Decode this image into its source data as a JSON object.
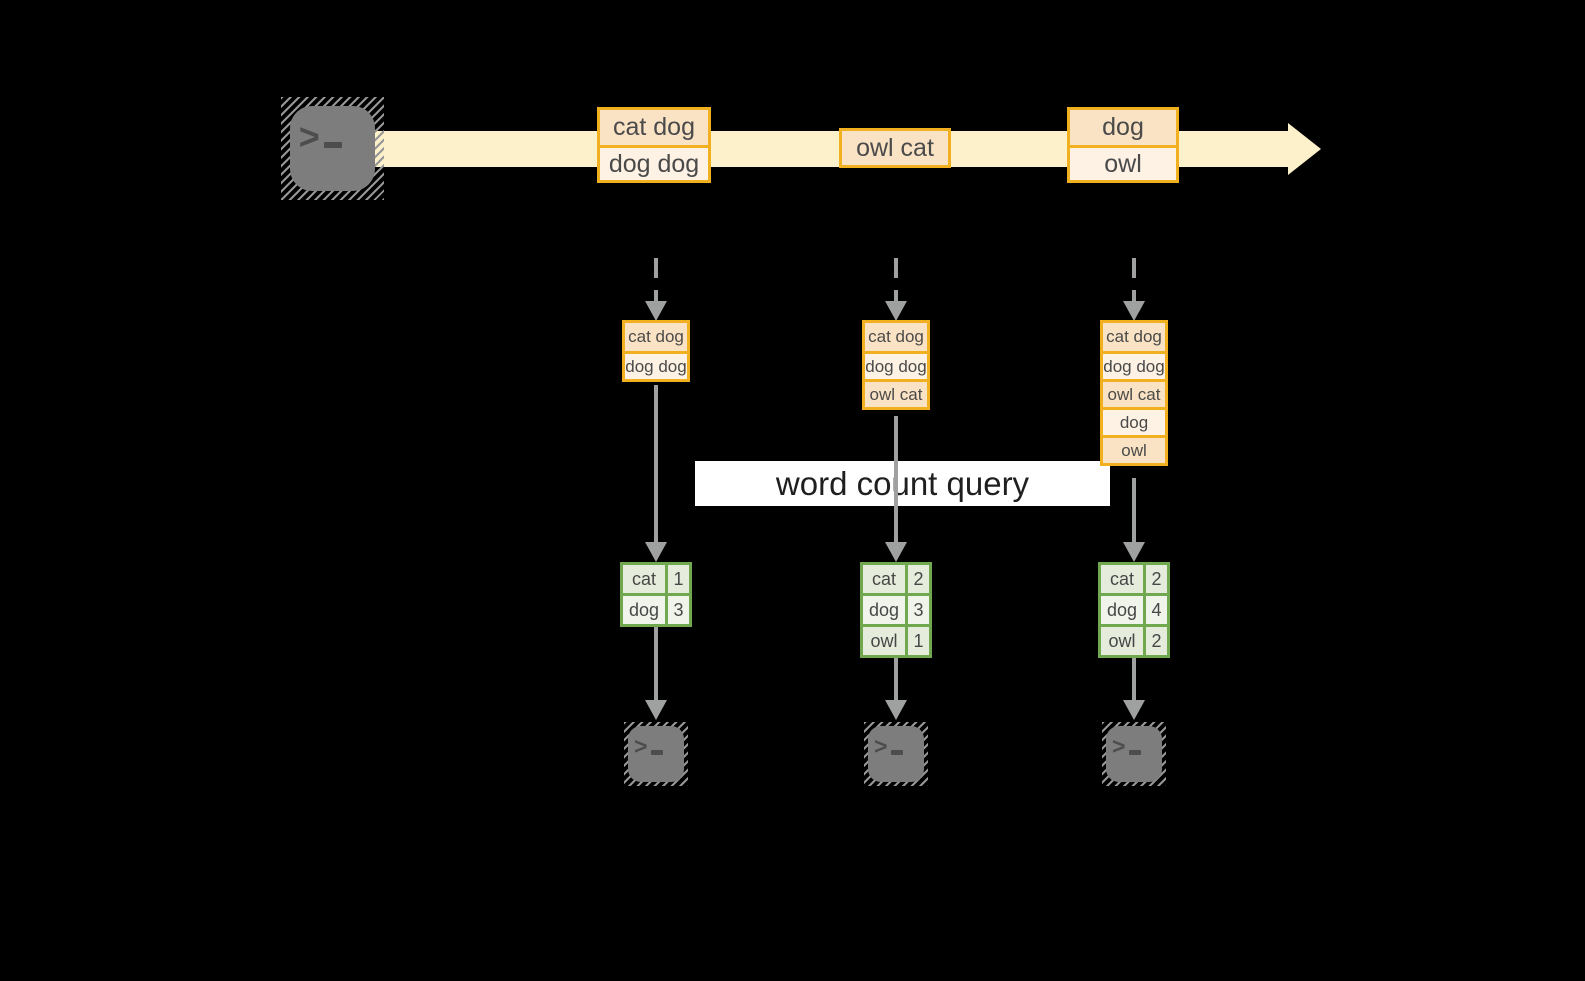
{
  "labels": {
    "query_overlay": "word count query"
  },
  "icons": {
    "prompt_glyph": ">"
  },
  "stream": {
    "batches": [
      {
        "lines": [
          "cat dog",
          "dog dog"
        ]
      },
      {
        "lines": [
          "owl cat"
        ]
      },
      {
        "lines": [
          "dog",
          "owl"
        ]
      }
    ]
  },
  "columns": [
    {
      "micro_batch": [
        "cat dog",
        "dog dog"
      ],
      "counts": [
        {
          "word": "cat",
          "count": "1"
        },
        {
          "word": "dog",
          "count": "3"
        }
      ]
    },
    {
      "micro_batch": [
        "cat dog",
        "dog dog",
        "owl cat"
      ],
      "counts": [
        {
          "word": "cat",
          "count": "2"
        },
        {
          "word": "dog",
          "count": "3"
        },
        {
          "word": "owl",
          "count": "1"
        }
      ]
    },
    {
      "micro_batch": [
        "cat dog",
        "dog dog",
        "owl cat",
        "dog",
        "owl"
      ],
      "counts": [
        {
          "word": "cat",
          "count": "2"
        },
        {
          "word": "dog",
          "count": "4"
        },
        {
          "word": "owl",
          "count": "2"
        }
      ]
    }
  ],
  "colors": {
    "background": "#000000",
    "stream_band": "#FCF1CA",
    "gold_border": "#F0B020",
    "cell_peach": "#FAE3C4",
    "cell_cream": "#FDF2E3",
    "green_border": "#6FA84F",
    "green_cell_dark": "#E5ECDC",
    "green_cell_light": "#F0F4EB",
    "arrow_gray": "#9FA0A0",
    "terminal_gray": "#7D7D7D"
  }
}
